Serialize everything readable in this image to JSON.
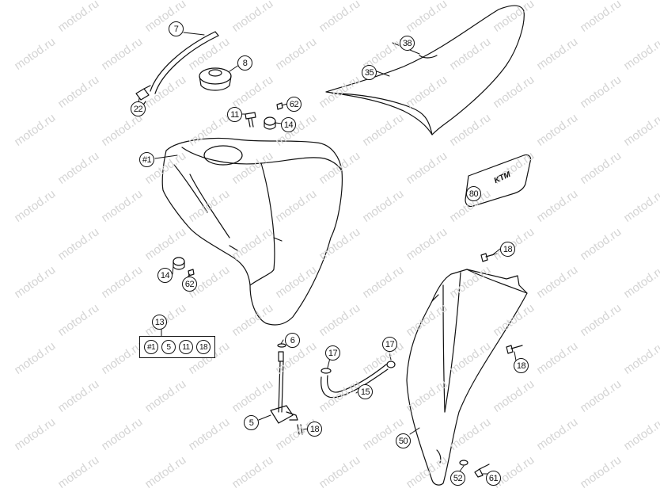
{
  "watermark": "motod.ru",
  "callouts": [
    {
      "id": "c7",
      "label": "7"
    },
    {
      "id": "c8",
      "label": "8"
    },
    {
      "id": "c22",
      "label": "22"
    },
    {
      "id": "c11",
      "label": "11"
    },
    {
      "id": "c62a",
      "label": "62"
    },
    {
      "id": "c14a",
      "label": "14"
    },
    {
      "id": "c38",
      "label": "38"
    },
    {
      "id": "c35",
      "label": "35"
    },
    {
      "id": "c1",
      "label": "#1"
    },
    {
      "id": "c80",
      "label": "80"
    },
    {
      "id": "c18a",
      "label": "18"
    },
    {
      "id": "c14b",
      "label": "14"
    },
    {
      "id": "c62b",
      "label": "62"
    },
    {
      "id": "c13",
      "label": "13"
    },
    {
      "id": "c6",
      "label": "6"
    },
    {
      "id": "c17a",
      "label": "17"
    },
    {
      "id": "c17b",
      "label": "17"
    },
    {
      "id": "c15",
      "label": "15"
    },
    {
      "id": "c18b",
      "label": "18"
    },
    {
      "id": "c5",
      "label": "5"
    },
    {
      "id": "c18c",
      "label": "18"
    },
    {
      "id": "c50",
      "label": "50"
    },
    {
      "id": "c52",
      "label": "52"
    },
    {
      "id": "c61",
      "label": "61"
    }
  ],
  "kit": {
    "title_label": "13",
    "items": [
      "#1",
      "5",
      "11",
      "18"
    ]
  },
  "logo_text": "KTM"
}
